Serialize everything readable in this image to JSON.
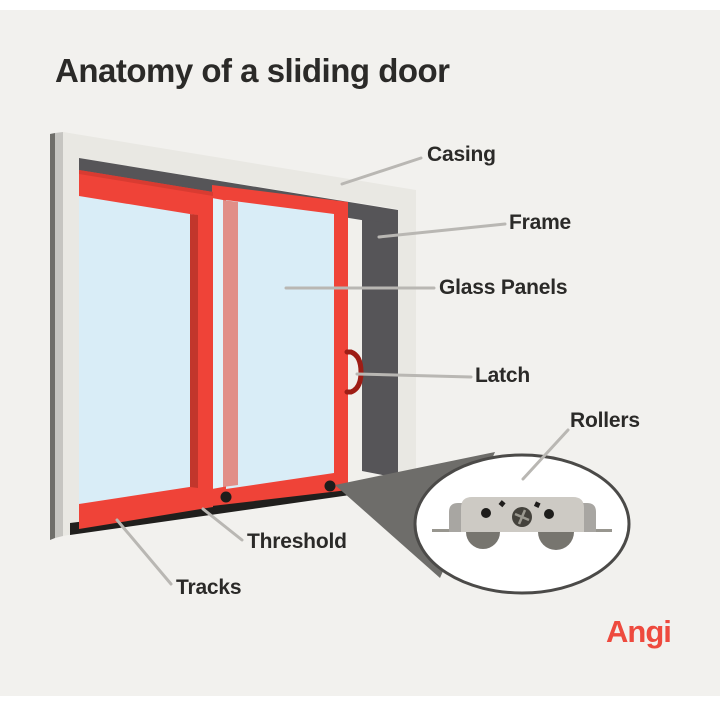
{
  "title": "Anatomy of a sliding door",
  "labels": {
    "casing": "Casing",
    "frame": "Frame",
    "glass_panels": "Glass Panels",
    "latch": "Latch",
    "rollers": "Rollers",
    "threshold": "Threshold",
    "tracks": "Tracks"
  },
  "brand": {
    "logo_text": "Angi"
  },
  "colors": {
    "bg": "#f2f1ee",
    "white": "#ffffff",
    "ink": "#2b2a28",
    "line": "#b9b7b3",
    "casing": "#e9e8e3",
    "casing_edge": "#c6c5c1",
    "casing_dark_edge": "#6f6e6a",
    "opening": "#f1f0ec",
    "frame_dark": "#565558",
    "red": "#ef4338",
    "red_lip": "#d93b31",
    "red_dark": "#c2362c",
    "maroon": "#9e1d15",
    "glass": "#d9edf7",
    "glass_light": "#e3f2fa",
    "pink": "#e18e88",
    "track_black": "#201f1d",
    "wedge_gray": "#6e6d6a",
    "ellipse_border": "#4b4a48",
    "roller_housing": "#cdcac4",
    "roller_tab": "#a8a6a2",
    "wheel_gray": "#77756f",
    "metal_line": "#98968f",
    "screw": "#44423c",
    "screw_cross": "#9a988f",
    "speck": "#1e1d1b",
    "brand": "#ee4a3e"
  }
}
